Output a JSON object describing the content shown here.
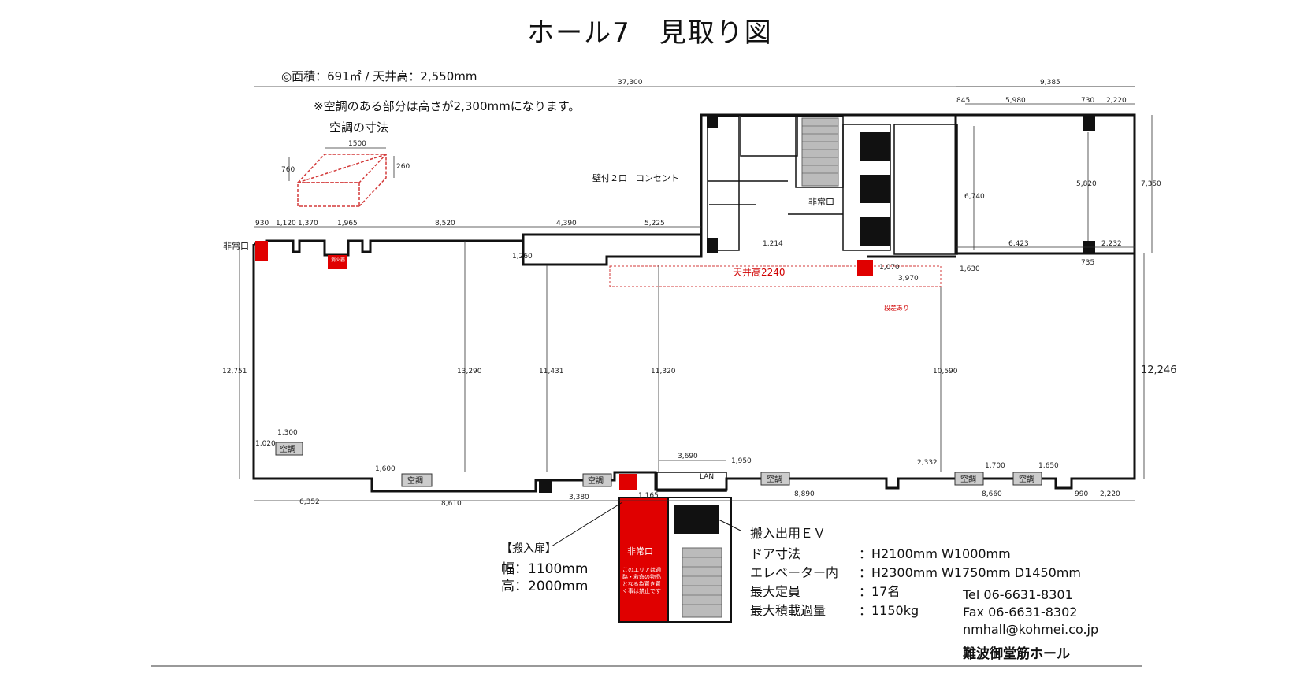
{
  "title": "ホール7　見取り図",
  "area_info": "◎面積：691㎡ / 天井高：2,550mm",
  "ac_note": "※空調のある部分は高さが2,300mmになります。",
  "ac_dims_label": "空調の寸法",
  "ac_box_dims": [
    "1500",
    "760",
    "260"
  ],
  "outlet_label": "壁付２口　コンセント",
  "emergency_exit": "非常口",
  "ac_unit": "空調",
  "lan": "LAN",
  "ceiling_2240": "天井高2240",
  "fire_ext_label": "消火器",
  "step_label": "段差あり",
  "dimensions": {
    "top_total": "37,300",
    "top_right": "9,385",
    "d5980": "5,980",
    "d730": "730",
    "d2220": "2,220",
    "d845": "845",
    "d930": "930",
    "d1120": "1,120",
    "d1370": "1,370",
    "d1965": "1,965",
    "d8520": "8,520",
    "d4390": "4,390",
    "d5225": "5,225",
    "d1260": "1,260",
    "d1214": "1,214",
    "d6740": "6,740",
    "d5820": "5,820",
    "d7350": "7,350",
    "d6423": "6,423",
    "d2232": "2,232",
    "d735": "735",
    "d3970": "3,970",
    "d1070": "1,070",
    "d1630": "1,630",
    "d12751": "12,751",
    "d13290": "13,290",
    "d11431": "11,431",
    "d11320": "11,320",
    "d10590": "10,590",
    "d12246": "12,246",
    "d1300": "1,300",
    "d1020": "1,020",
    "d1600": "1,600",
    "d3690": "3,690",
    "d1950": "1,950",
    "d2332": "2,332",
    "d1700": "1,700",
    "d1650": "1,650",
    "d6352": "6,352",
    "d8610": "8,610",
    "d3380": "3,380",
    "d8890": "8,890",
    "d8660": "8,660",
    "d990": "990",
    "d2220b": "2,220",
    "d1165": "1,165"
  },
  "entrance_door": {
    "heading": "【搬入扉】",
    "width": "幅：1100mm",
    "height": "高：2000mm"
  },
  "elevator": {
    "heading": "搬入出用ＥＶ",
    "rows": [
      {
        "k": "ドア寸法",
        "v": "：H2100mm W1000mm"
      },
      {
        "k": "エレベーター内",
        "v": "：H2300mm W1750mm D1450mm"
      },
      {
        "k": "最大定員",
        "v": "：17名"
      },
      {
        "k": "最大積載過量",
        "v": "：1150kg"
      }
    ]
  },
  "red_zone_text": "このエリアは通路・救命の物品となる為置き置く事は禁止です",
  "contact": {
    "tel": "Tel 06-6631-8301",
    "fax": "Fax 06-6631-8302",
    "email": "nmhall@kohmei.co.jp",
    "venue": "難波御堂筋ホール"
  },
  "colors": {
    "wall": "#111111",
    "emergency": "#e00000",
    "dimline": "#333333",
    "dashed": "#d33a3a"
  }
}
